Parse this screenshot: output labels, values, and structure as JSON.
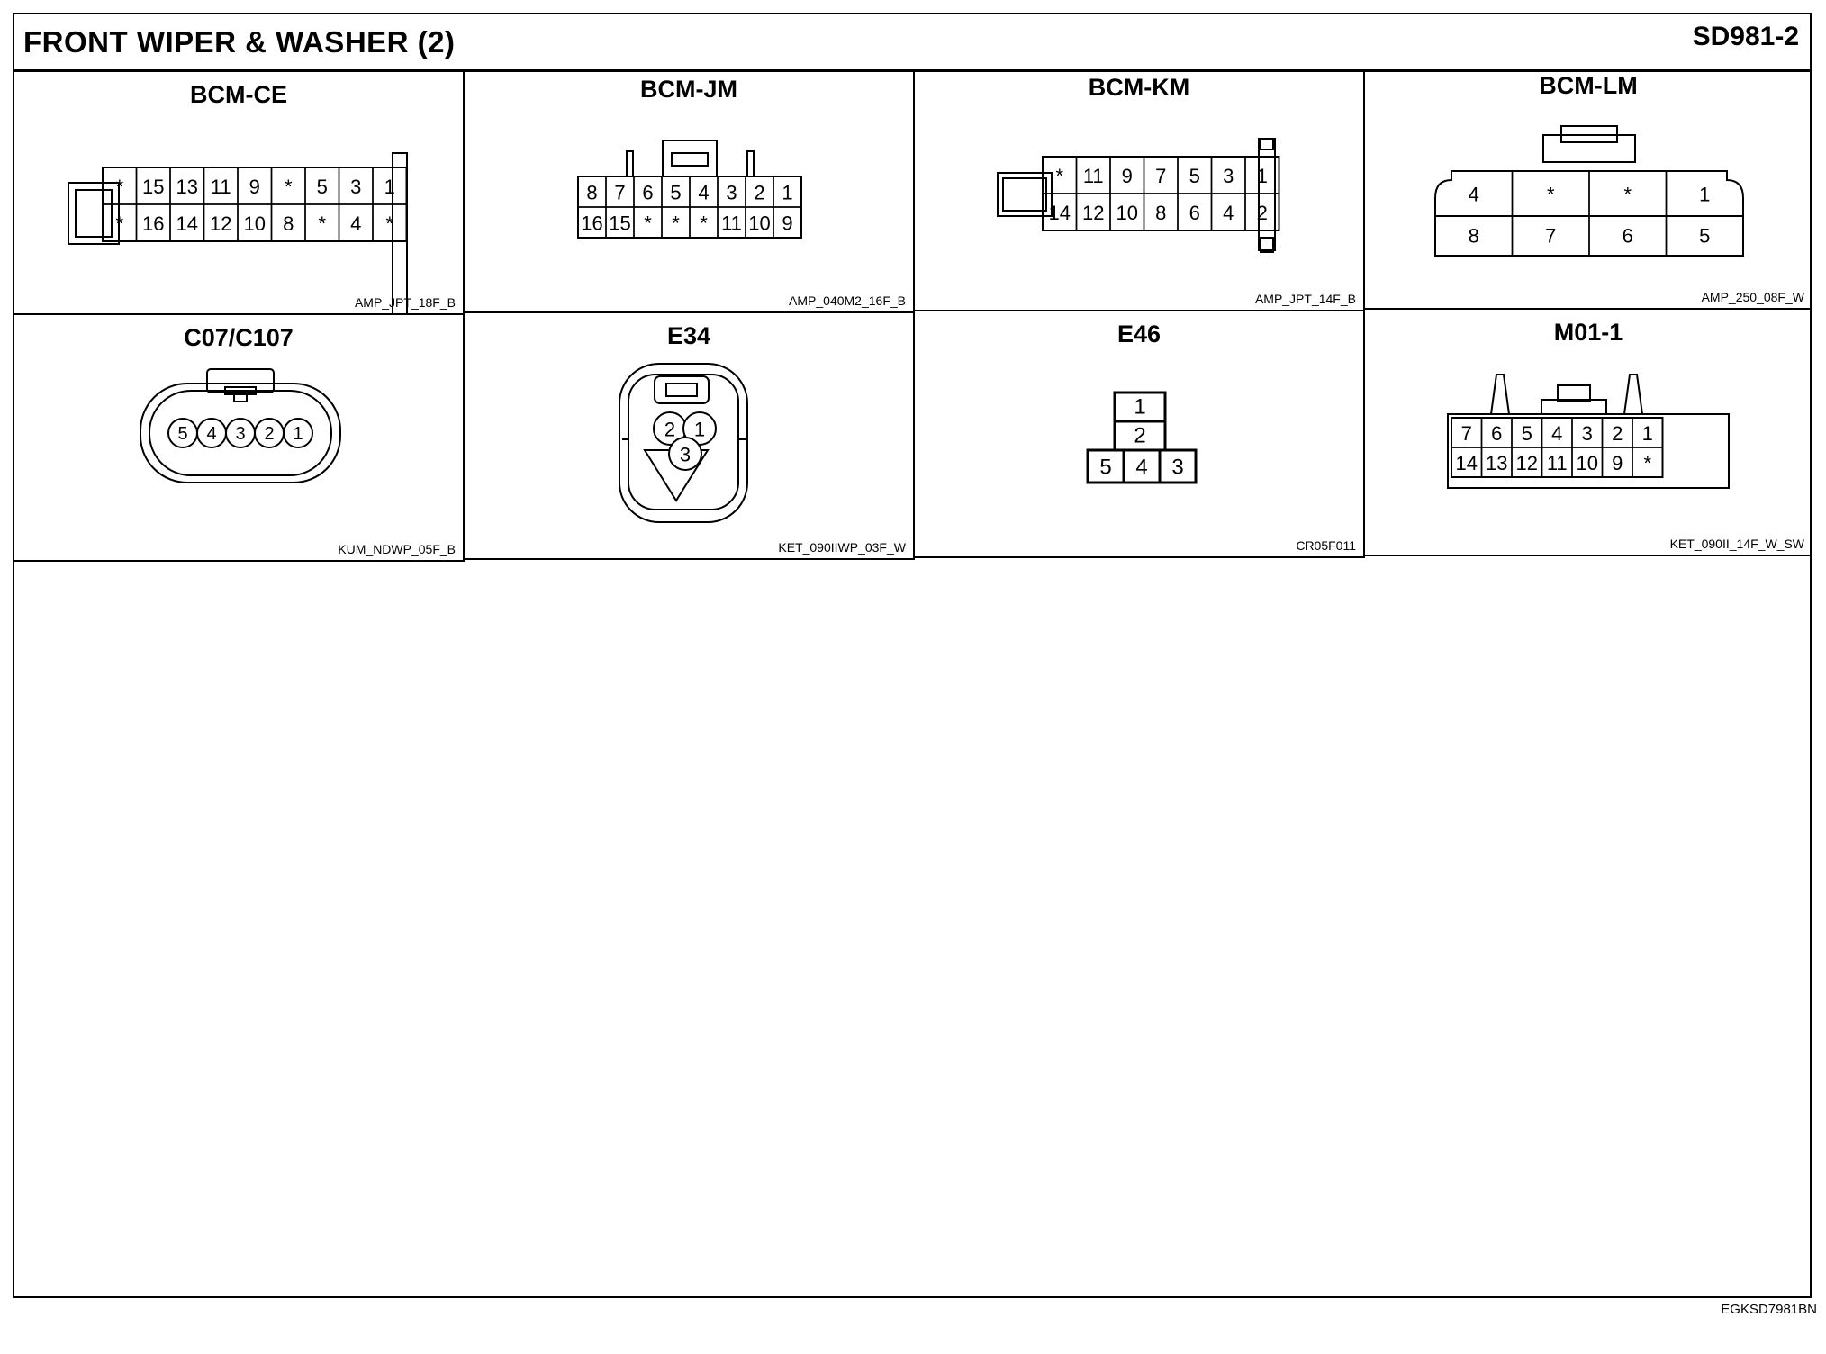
{
  "header": {
    "title": "FRONT WIPER & WASHER (2)",
    "code": "SD981-2"
  },
  "footer": {
    "code": "EGKSD7981BN"
  },
  "connectors": [
    {
      "name": "BCM-CE",
      "part": "AMP_JPT_18F_B",
      "rows": [
        [
          "*",
          "15",
          "13",
          "11",
          "9",
          "*",
          "5",
          "3",
          "1"
        ],
        [
          "*",
          "16",
          "14",
          "12",
          "10",
          "8",
          "*",
          "4",
          "*"
        ]
      ]
    },
    {
      "name": "BCM-JM",
      "part": "AMP_040M2_16F_B",
      "rows": [
        [
          "8",
          "7",
          "6",
          "5",
          "4",
          "3",
          "2",
          "1"
        ],
        [
          "16",
          "15",
          "*",
          "*",
          "*",
          "11",
          "10",
          "9"
        ]
      ]
    },
    {
      "name": "BCM-KM",
      "part": "AMP_JPT_14F_B",
      "rows": [
        [
          "*",
          "11",
          "9",
          "7",
          "5",
          "3",
          "1"
        ],
        [
          "14",
          "12",
          "10",
          "8",
          "6",
          "4",
          "2"
        ]
      ]
    },
    {
      "name": "BCM-LM",
      "part": "AMP_250_08F_W",
      "rows": [
        [
          "4",
          "*",
          "*",
          "1"
        ],
        [
          "8",
          "7",
          "6",
          "5"
        ]
      ]
    },
    {
      "name": "C07/C107",
      "part": "KUM_NDWP_05F_B",
      "pins": [
        "5",
        "4",
        "3",
        "2",
        "1"
      ]
    },
    {
      "name": "E34",
      "part": "KET_090IIWP_03F_W",
      "pins": [
        "2",
        "1",
        "3"
      ]
    },
    {
      "name": "E46",
      "part": "CR05F011",
      "pins": [
        "1",
        "2",
        "5",
        "4",
        "3"
      ]
    },
    {
      "name": "M01-1",
      "part": "KET_090II_14F_W_SW",
      "rows": [
        [
          "7",
          "6",
          "5",
          "4",
          "3",
          "2",
          "1"
        ],
        [
          "14",
          "13",
          "12",
          "11",
          "10",
          "9",
          "*"
        ]
      ]
    }
  ]
}
